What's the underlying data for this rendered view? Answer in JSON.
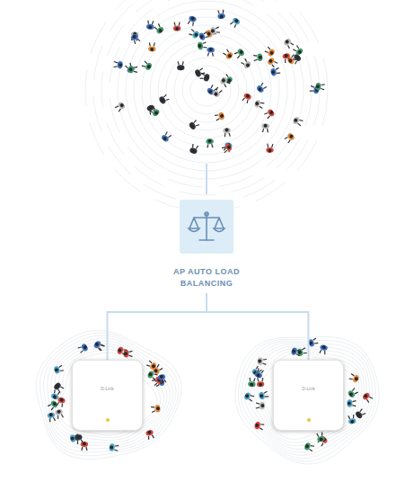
{
  "diagram": {
    "nodes": [
      {
        "text": [
          "AP AUTO LOAD BALANCING"
        ]
      },
      {
        "text": [
          "D-Link"
        ]
      },
      {
        "text": [
          "D-Link"
        ]
      }
    ],
    "edges": [
      {
        "from": 0,
        "to": 1,
        "arrow": "none"
      },
      {
        "from": 0,
        "to": 2,
        "arrow": "none"
      }
    ]
  }
}
